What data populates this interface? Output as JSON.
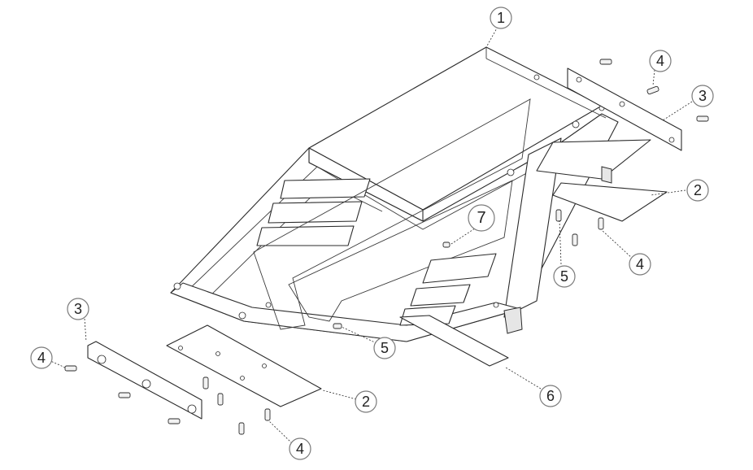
{
  "callouts": [
    {
      "id": "c1",
      "label": "1"
    },
    {
      "id": "c2a",
      "label": "2"
    },
    {
      "id": "c2b",
      "label": "2"
    },
    {
      "id": "c3a",
      "label": "3"
    },
    {
      "id": "c3b",
      "label": "3"
    },
    {
      "id": "c4a",
      "label": "4"
    },
    {
      "id": "c4b",
      "label": "4"
    },
    {
      "id": "c4c",
      "label": "4"
    },
    {
      "id": "c4d",
      "label": "4"
    },
    {
      "id": "c5a",
      "label": "5"
    },
    {
      "id": "c5b",
      "label": "5"
    },
    {
      "id": "c6",
      "label": "6"
    },
    {
      "id": "c7",
      "label": "7"
    }
  ]
}
